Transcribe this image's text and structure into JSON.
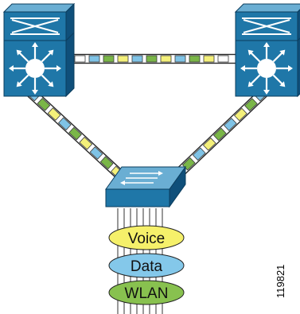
{
  "colors": {
    "switch_face": "#1f77a8",
    "switch_top": "#6aaed3",
    "switch_side": "#0f4f7a",
    "trunk_outline": "#2a2a2a",
    "segment_yellow": "#f4f07a",
    "segment_blue": "#7fc3e6",
    "segment_green": "#7ab648",
    "segment_white": "#ffffff",
    "voice_fill": "#f5f06a",
    "data_fill": "#84c8ea",
    "wlan_fill": "#88c14f"
  },
  "devices": [
    {
      "name": "left-multilayer-switch",
      "icon": "layer3-switch-icon"
    },
    {
      "name": "right-multilayer-switch",
      "icon": "layer3-switch-icon"
    },
    {
      "name": "access-switch",
      "icon": "workgroup-switch-icon"
    }
  ],
  "vlans": [
    {
      "label": "Voice",
      "color": "#f5f06a"
    },
    {
      "label": "Data",
      "color": "#84c8ea"
    },
    {
      "label": "WLAN",
      "color": "#88c14f"
    }
  ],
  "figure_id": "119821"
}
